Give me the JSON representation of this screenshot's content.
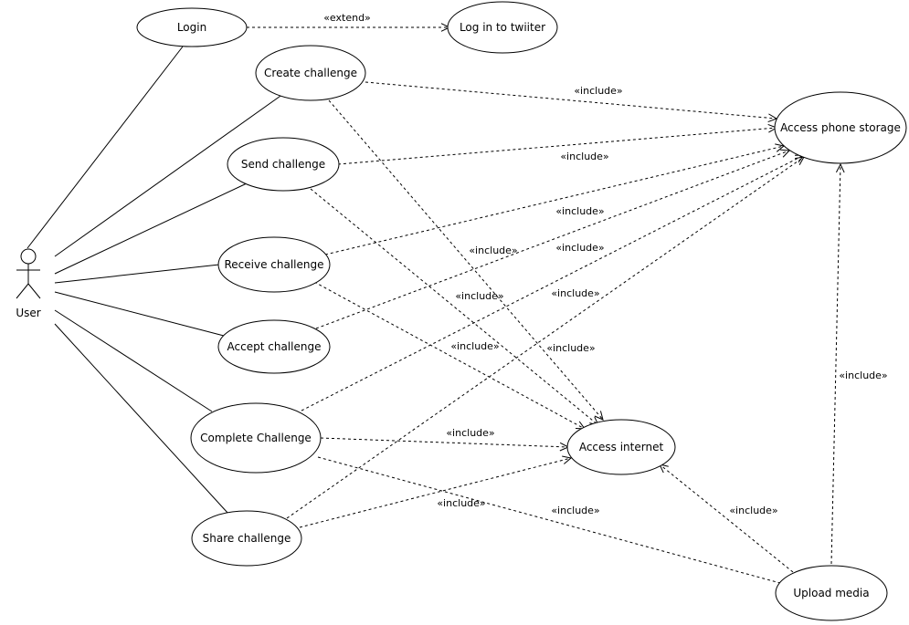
{
  "actor": {
    "name": "User"
  },
  "use_cases": [
    {
      "id": "login",
      "label": "Login"
    },
    {
      "id": "twitter",
      "label": "Log in to twiiter"
    },
    {
      "id": "create",
      "label": "Create challenge"
    },
    {
      "id": "send",
      "label": "Send challenge"
    },
    {
      "id": "receive",
      "label": "Receive challenge"
    },
    {
      "id": "accept",
      "label": "Accept challenge"
    },
    {
      "id": "complete",
      "label": "Complete Challenge"
    },
    {
      "id": "share",
      "label": "Share challenge"
    },
    {
      "id": "storage",
      "label": "Access phone storage"
    },
    {
      "id": "internet",
      "label": "Access internet"
    },
    {
      "id": "upload",
      "label": "Upload media"
    }
  ],
  "associations": [
    "login",
    "create",
    "send",
    "receive",
    "accept",
    "complete",
    "share"
  ],
  "relations": [
    {
      "from": "login",
      "to": "twitter",
      "stereotype": "«extend»"
    },
    {
      "from": "create",
      "to": "storage",
      "stereotype": "«include»"
    },
    {
      "from": "send",
      "to": "storage",
      "stereotype": "«include»"
    },
    {
      "from": "receive",
      "to": "storage",
      "stereotype": "«include»"
    },
    {
      "from": "accept",
      "to": "storage",
      "stereotype": "«include»"
    },
    {
      "from": "complete",
      "to": "storage",
      "stereotype": "«include»"
    },
    {
      "from": "create",
      "to": "internet",
      "stereotype": "«include»"
    },
    {
      "from": "send",
      "to": "internet",
      "stereotype": "«include»"
    },
    {
      "from": "receive",
      "to": "internet",
      "stereotype": "«include»"
    },
    {
      "from": "share",
      "to": "storage",
      "stereotype": "«include»"
    },
    {
      "from": "complete",
      "to": "internet",
      "stereotype": "«include»"
    },
    {
      "from": "share",
      "to": "internet",
      "stereotype": "«include»"
    },
    {
      "from": "complete",
      "to": "upload",
      "stereotype": "«include»"
    },
    {
      "from": "upload",
      "to": "internet",
      "stereotype": "«include»"
    },
    {
      "from": "upload",
      "to": "storage",
      "stereotype": "«include»"
    }
  ]
}
